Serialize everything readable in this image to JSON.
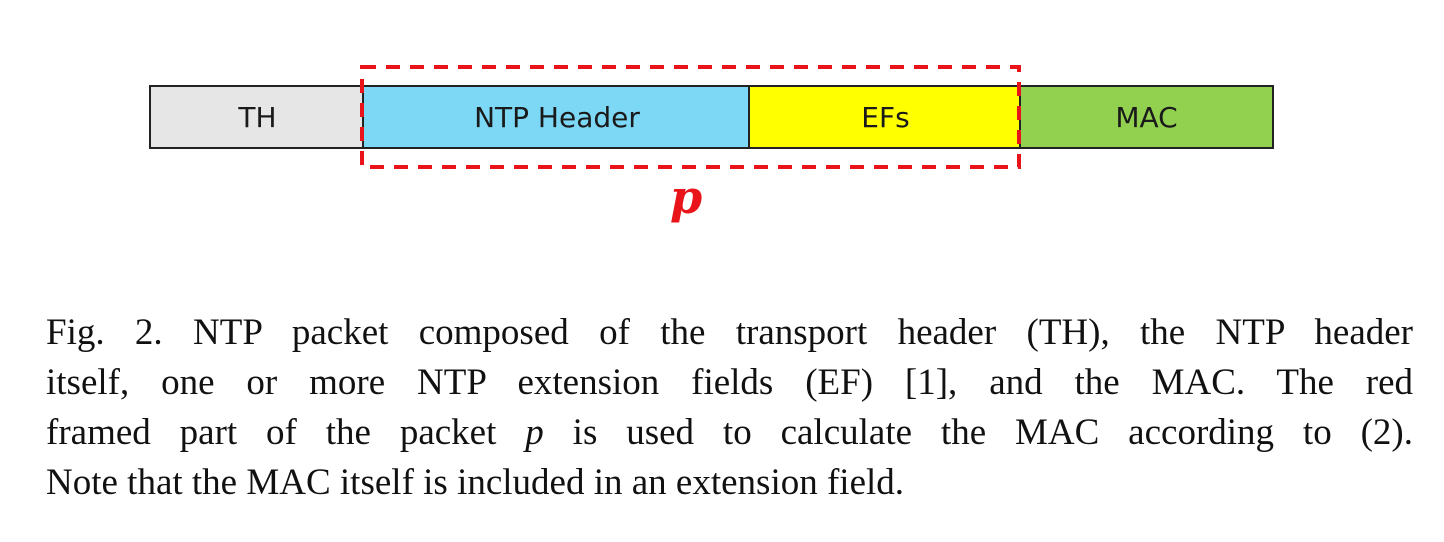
{
  "diagram": {
    "segments": [
      {
        "label": "TH",
        "color": "#e6e6e6"
      },
      {
        "label": "NTP Header",
        "color": "#7dd8f6"
      },
      {
        "label": "EFs",
        "color": "#ffff00"
      },
      {
        "label": "MAC",
        "color": "#92d050"
      }
    ],
    "frame_color": "#e8141a",
    "frame_label": "p"
  },
  "caption": {
    "line1": "Fig. 2.   NTP packet composed of the transport header (TH), the NTP header",
    "line2": "itself, one or more NTP extension fields (EF) [1], and the MAC. The red",
    "line3_pre": "framed part of the packet ",
    "line3_var": "p",
    "line3_post": " is used to calculate the MAC according to (2).",
    "line4": "Note that the MAC itself is included in an extension field."
  }
}
